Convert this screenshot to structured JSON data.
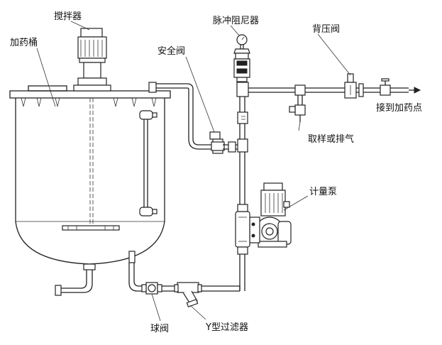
{
  "diagram": {
    "labels": {
      "mixer": "搅拌器",
      "tank": "加药桶",
      "safety_valve": "安全阀",
      "pulsation_damper": "脉冲阻尼器",
      "back_pressure_valve": "背压阀",
      "to_dosing_point": "接到加药点",
      "sampling_or_vent": "取样或排气",
      "metering_pump": "计量泵",
      "ball_valve": "球阀",
      "y_strainer": "Y型过滤器"
    }
  }
}
